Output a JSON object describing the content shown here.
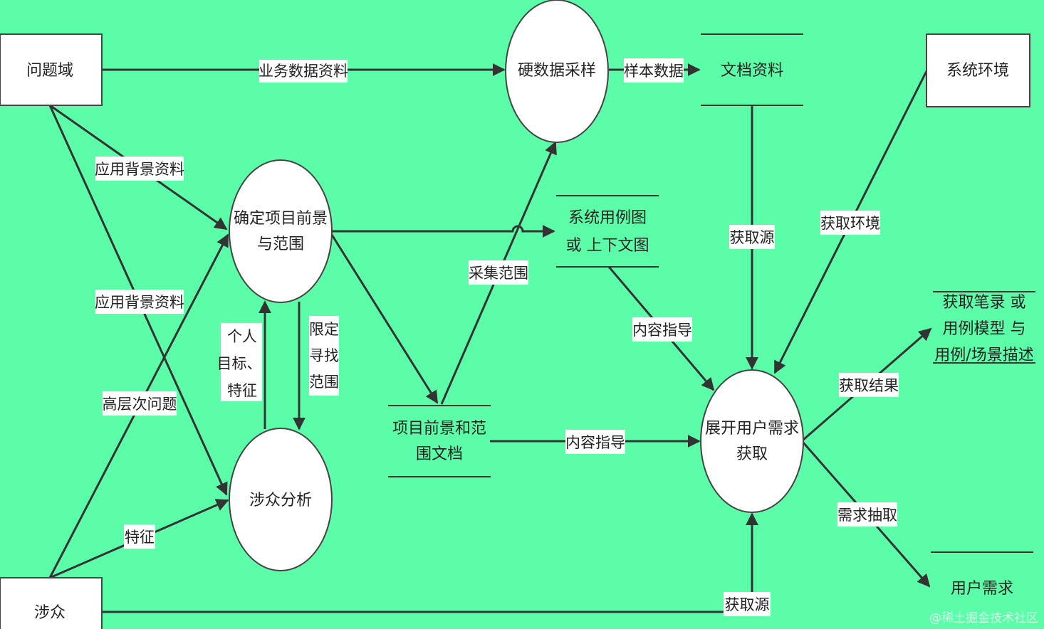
{
  "colors": {
    "background": "#5cfda9",
    "node_fill": "#ffffff",
    "line": "#333333"
  },
  "entities": {
    "problem_domain": "问题域",
    "stakeholders": "涉众",
    "system_env": "系统环境"
  },
  "processes": {
    "scope": [
      "确定项目前景",
      "与范围"
    ],
    "hard_data": "硬数据采样",
    "stakeholder_analysis": "涉众分析",
    "elicit": [
      "展开用户需求",
      "获取"
    ]
  },
  "stores": {
    "documents": "文档资料",
    "use_case": [
      "系统用例图",
      "或 上下文图"
    ],
    "vision_doc": [
      "项目前景和范",
      "围文档"
    ],
    "use_case_models": [
      "获取笔录 或",
      "用例模型 与",
      "用例/场景描述"
    ],
    "user_req": "用户需求"
  },
  "edges": {
    "business_data": "业务数据资料",
    "app_bg_1": "应用背景资料",
    "app_bg_2": "应用背景资料",
    "high_level": "高层次问题",
    "traits": "特征",
    "personal_goals": [
      "个人",
      "目标、",
      "特征"
    ],
    "limit_scope": [
      "限定",
      "寻找",
      "范围"
    ],
    "collect_scope": "采集范围",
    "sample_data": "样本数据",
    "get_source_1": "获取源",
    "get_env": "获取环境",
    "content_guide_1": "内容指导",
    "content_guide_2": "内容指导",
    "get_result": "获取结果",
    "req_extract": "需求抽取",
    "get_source_2": "获取源"
  },
  "watermark": "@稀土掘金技术社区"
}
